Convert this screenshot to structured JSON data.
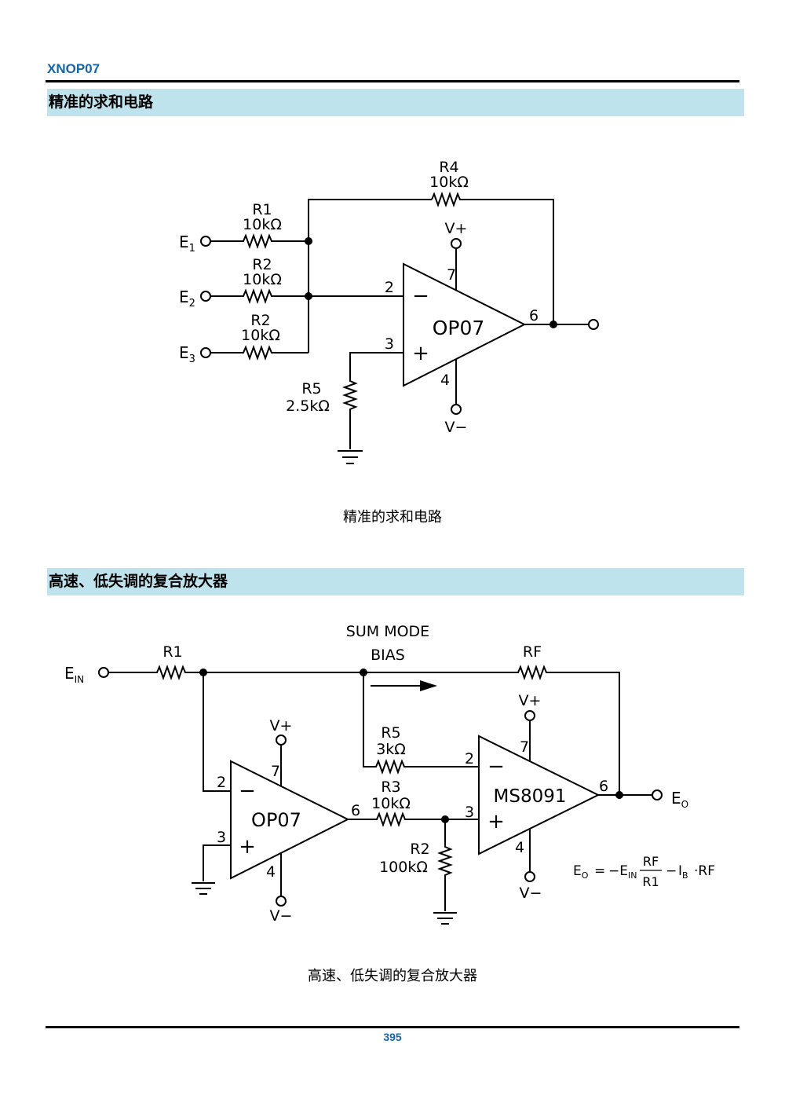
{
  "header": {
    "doc_title": "XNOP07"
  },
  "section1": {
    "title": "精准的求和电路",
    "caption": "精准的求和电路",
    "circuit": {
      "inputs": [
        {
          "name": "E",
          "sub": "1"
        },
        {
          "name": "E",
          "sub": "2"
        },
        {
          "name": "E",
          "sub": "3"
        }
      ],
      "resistors": [
        {
          "name": "R1",
          "value": "10kΩ"
        },
        {
          "name": "R2",
          "value": "10kΩ"
        },
        {
          "name": "R2",
          "value": "10kΩ"
        },
        {
          "name": "R4",
          "value": "10kΩ"
        },
        {
          "name": "R5",
          "value": "2.5kΩ"
        }
      ],
      "opamp": "OP07",
      "pins": {
        "inv": "2",
        "noninv": "3",
        "vplus": "7",
        "vminus": "4",
        "out": "6"
      },
      "supplies": {
        "pos": "V+",
        "neg": "V−"
      },
      "signs": {
        "minus": "−",
        "plus": "+"
      }
    }
  },
  "section2": {
    "title": "高速、低失调的复合放大器",
    "caption": "高速、低失调的复合放大器",
    "circuit": {
      "input": {
        "name": "E",
        "sub": "IN"
      },
      "output": {
        "name": "E",
        "sub": "O"
      },
      "sum_mode": "SUM MODE",
      "bias": "BIAS",
      "resistors": {
        "r1": {
          "name": "R1",
          "value": ""
        },
        "rf": {
          "name": "RF",
          "value": ""
        },
        "r5": {
          "name": "R5",
          "value": "3kΩ"
        },
        "r3": {
          "name": "R3",
          "value": "10kΩ"
        },
        "r2": {
          "name": "R2",
          "value": "100kΩ"
        }
      },
      "opamp1": "OP07",
      "opamp2": "MS8091",
      "pins1": {
        "inv": "2",
        "noninv": "3",
        "vplus": "7",
        "vminus": "4",
        "out": "6"
      },
      "pins2": {
        "inv": "2",
        "noninv": "3",
        "vplus": "7",
        "vminus": "4",
        "out": "6"
      },
      "supplies": {
        "pos": "V+",
        "neg": "V−"
      },
      "signs": {
        "minus": "−",
        "plus": "+"
      },
      "formula": {
        "lhs": "E",
        "lhs_sub": "O",
        "eq": "=",
        "neg_e": "−E",
        "neg_e_sub": "IN",
        "num": "RF",
        "den": "R1",
        "minus": "−",
        "ib": "I",
        "ib_sub": "B",
        "dot_rf": "·RF"
      }
    }
  },
  "footer": {
    "page_number": "395"
  }
}
